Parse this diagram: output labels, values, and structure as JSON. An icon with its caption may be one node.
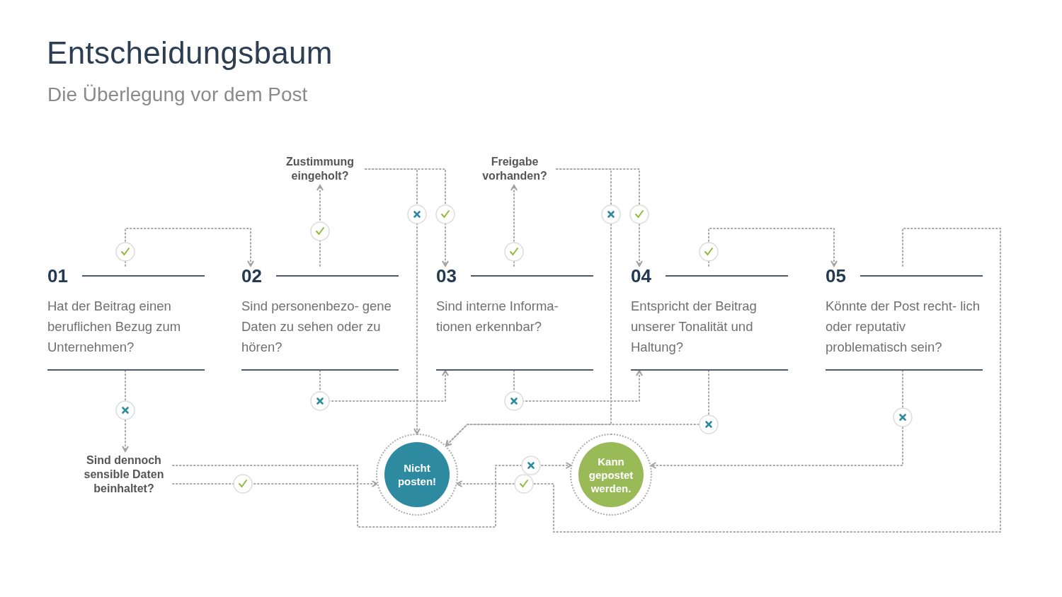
{
  "diagram": {
    "title": "Entscheidungsbaum",
    "labels": [
      "Die Überlegung vor dem Post"
    ],
    "nodes": [
      {
        "text": [
          "01",
          "Hat der Beitrag einen beruflichen Bezug zum Unternehmen?"
        ]
      },
      {
        "text": [
          "02",
          "Sind personenbezo- gene Daten zu sehen oder zu hören?"
        ]
      },
      {
        "text": [
          "03",
          "Sind interne Informa- tionen erkennbar?"
        ]
      },
      {
        "text": [
          "04",
          "Entspricht der Beitrag unserer Tonalität und Haltung?"
        ]
      },
      {
        "text": [
          "05",
          "Könnte der Post recht- lich oder reputativ problematisch sein?"
        ]
      },
      {
        "text": [
          "Zustimmung eingeholt?"
        ]
      },
      {
        "text": [
          "Freigabe vorhanden?"
        ]
      },
      {
        "text": [
          "Sind dennoch sensible Daten beinhaltet?"
        ]
      },
      {
        "text": [
          "Nicht posten!"
        ]
      },
      {
        "text": [
          "Kann gepostet werden."
        ]
      }
    ],
    "edges": [
      {
        "from": 0,
        "to": 1,
        "arrow": "to"
      },
      {
        "from": 0,
        "to": 7,
        "arrow": "to"
      },
      {
        "from": 1,
        "to": 5,
        "arrow": "to"
      },
      {
        "from": 1,
        "to": 2,
        "arrow": "to"
      },
      {
        "from": 5,
        "to": 2,
        "arrow": "to"
      },
      {
        "from": 5,
        "to": 8,
        "arrow": "to"
      },
      {
        "from": 2,
        "to": 6,
        "arrow": "to"
      },
      {
        "from": 2,
        "to": 3,
        "arrow": "to"
      },
      {
        "from": 6,
        "to": 3,
        "arrow": "to"
      },
      {
        "from": 6,
        "to": 8,
        "arrow": "to"
      },
      {
        "from": 3,
        "to": 4,
        "arrow": "to"
      },
      {
        "from": 3,
        "to": 8,
        "arrow": "to"
      },
      {
        "from": 4,
        "to": 8,
        "arrow": "to"
      },
      {
        "from": 4,
        "to": 9,
        "arrow": "to"
      },
      {
        "from": 7,
        "to": 8,
        "arrow": "to"
      },
      {
        "from": 7,
        "to": 9,
        "arrow": "to"
      }
    ]
  }
}
